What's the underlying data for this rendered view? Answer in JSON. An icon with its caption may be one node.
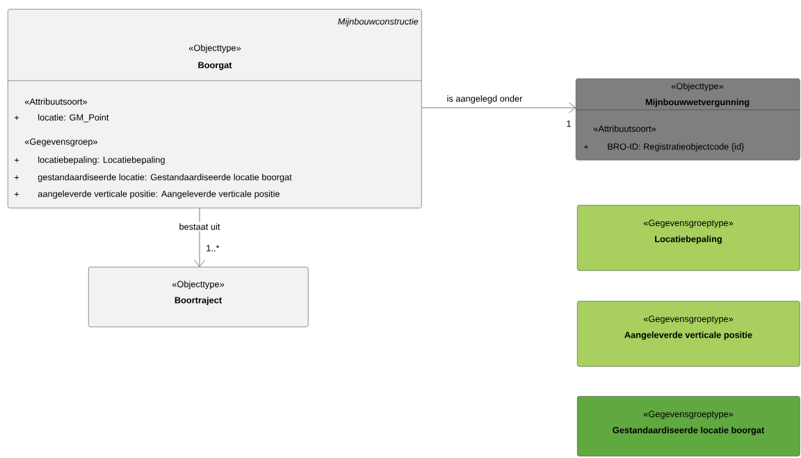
{
  "diagram": {
    "nodes": [
      {
        "text": [
          "Mijnbouwconstructie",
          "«Objecttype»",
          "Boorgat",
          "«Attribuutsoort»",
          "+",
          "locatie: GM_Point",
          "«Gegevensgroep»",
          "+",
          "locatiebepaling: Locatiebepaling",
          "+",
          "gestandaardiseerde locatie: Gestandaardiseerde locatie boorgat",
          "+",
          "aangeleverde verticale positie: Aangeleverde verticale positie"
        ]
      },
      {
        "text": [
          "«Objecttype»",
          "Mijnbouwwetvergunning",
          "«Attribuutsoort»",
          "+",
          "BRO-ID: Registratieobjectcode {id}"
        ]
      },
      {
        "text": [
          "«Objecttype»",
          "Boortraject"
        ]
      },
      {
        "text": [
          "«Gegevensgroeptype»",
          "Locatiebepaling"
        ]
      },
      {
        "text": [
          "«Gegevensgroeptype»",
          "Aangeleverde verticale positie"
        ]
      },
      {
        "text": [
          "«Gegevensgroeptype»",
          "Gestandaardiseerde locatie boorgat"
        ]
      }
    ],
    "edges": [
      {
        "from": 0,
        "to": 1,
        "arrow": "to",
        "label": "is aangelegd onder"
      },
      {
        "from": 0,
        "to": 2,
        "arrow": "to",
        "label": "bestaat uit"
      }
    ],
    "labels": [
      "1",
      "1..*"
    ]
  }
}
